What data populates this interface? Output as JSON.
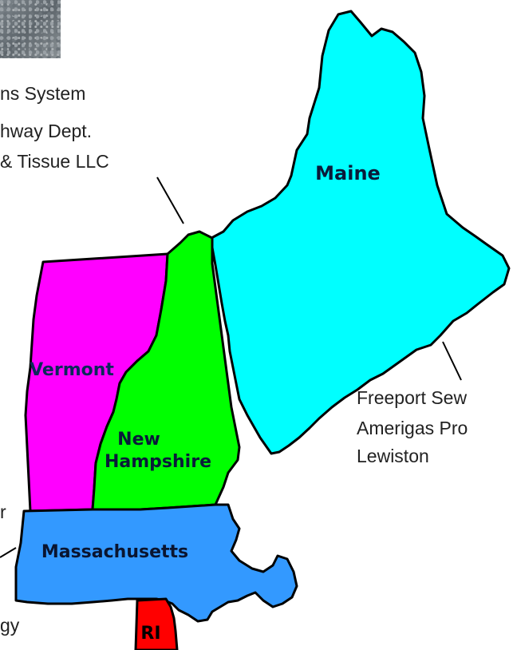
{
  "states": {
    "maine": {
      "label": "Maine",
      "color": "#00ffff"
    },
    "vermont": {
      "label": "Vermont",
      "color": "#ff00ff"
    },
    "new_hampshire": {
      "label_line1": "New",
      "label_line2": "Hampshire",
      "color": "#00ff00"
    },
    "massachusetts": {
      "label": "Massachusetts",
      "color": "#3399ff"
    },
    "rhode_island": {
      "label": "RI",
      "color": "#ff0000"
    }
  },
  "callouts": {
    "top_left": [
      "ns System",
      "hway Dept.",
      "& Tissue LLC"
    ],
    "right": [
      "Freeport Sew",
      "Amerigas Pro",
      "Lewiston"
    ],
    "left_partial_r": "r",
    "bottom_left": "gy"
  },
  "photo": {
    "icon": "photo-thumbnail"
  }
}
